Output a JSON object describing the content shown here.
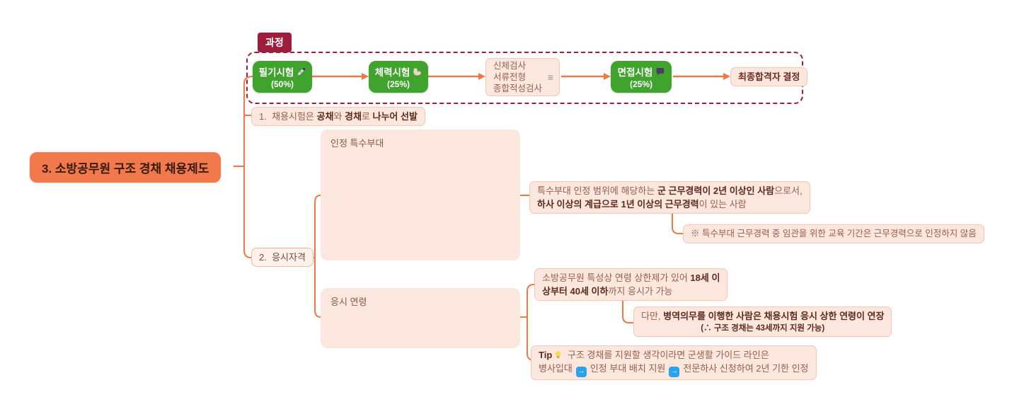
{
  "colors": {
    "accent_orange": "#ee7947",
    "title_box_orange": "#f2794b",
    "node_green": "#3fa32e",
    "crimson": "#9e1d3b",
    "pink_fill": "#fbe7de",
    "text_normal": "#96604d",
    "text_strong": "#5d2a1b",
    "arrow_badge_blue": "#2ba3e8"
  },
  "root": {
    "title": "3. 소방공무원 구조 경채 채용제도"
  },
  "process": {
    "tag": "과정",
    "written": {
      "label": "필기시험",
      "weight": "(50%)",
      "icon": "fountain-pen"
    },
    "physical": {
      "label": "체력시험",
      "weight": "(25%)",
      "icon": "flexed-biceps"
    },
    "screening": {
      "line1": "신체검사",
      "line2": "서류전형",
      "line3": "종합적성검사",
      "icon": "collapsed-lines"
    },
    "interview": {
      "label": "면접시험",
      "weight": "(25%)",
      "icon": "speech-balloon"
    },
    "final": {
      "label": "최종합격자 결정"
    }
  },
  "item1": {
    "prefix": "1.  ",
    "seg1": "채용시험은 ",
    "bold1": "공채",
    "seg2": "와 ",
    "bold2": "경채",
    "seg3": "로 ",
    "bold3": "나누어 선발"
  },
  "item2": {
    "label": "2.  응시자격"
  },
  "special_forces": {
    "box_label": "인정 특수부대",
    "detail": {
      "seg1": "특수부대 인정 범위에 해당하는 ",
      "bold1": "군 근무경력이 2년 이상인 사람",
      "seg2": "으로서,",
      "bold2": "하사 이상의 계급으로 1년 이상의 근무경력",
      "seg3": "이 있는 사람"
    },
    "note": "※ 특수부대 근무경력 중 임관을 위한 교육 기간은 근무경력으로 인정하지 않음"
  },
  "age": {
    "box_label": "응시 연령",
    "limit": {
      "seg1": "소방공무원 특성상 연령 상한제가 있어 ",
      "bold1": "18세 이",
      "bold2": "상부터 40세 이하",
      "seg2": "까지 응시가 가능"
    },
    "extension": {
      "seg1": "다만, ",
      "bold1": "병역의무를 이행한 사람은 채용시험 응시 상한 연령이 연장",
      "note": "(∴ 구조 경채는 43세까지 지원 가능)"
    },
    "tip": {
      "label": "Tip",
      "icon": "light-bulb",
      "seg1": " 구조 경채를 지원할 생각이라면 군생활 가이드 라인은",
      "step1": "병사입대",
      "arrow_icon": "blue-right-arrow",
      "step2": "인정 부대 배치 지원",
      "step3": "전문하사 신청하여 2년 기한 인정"
    }
  }
}
